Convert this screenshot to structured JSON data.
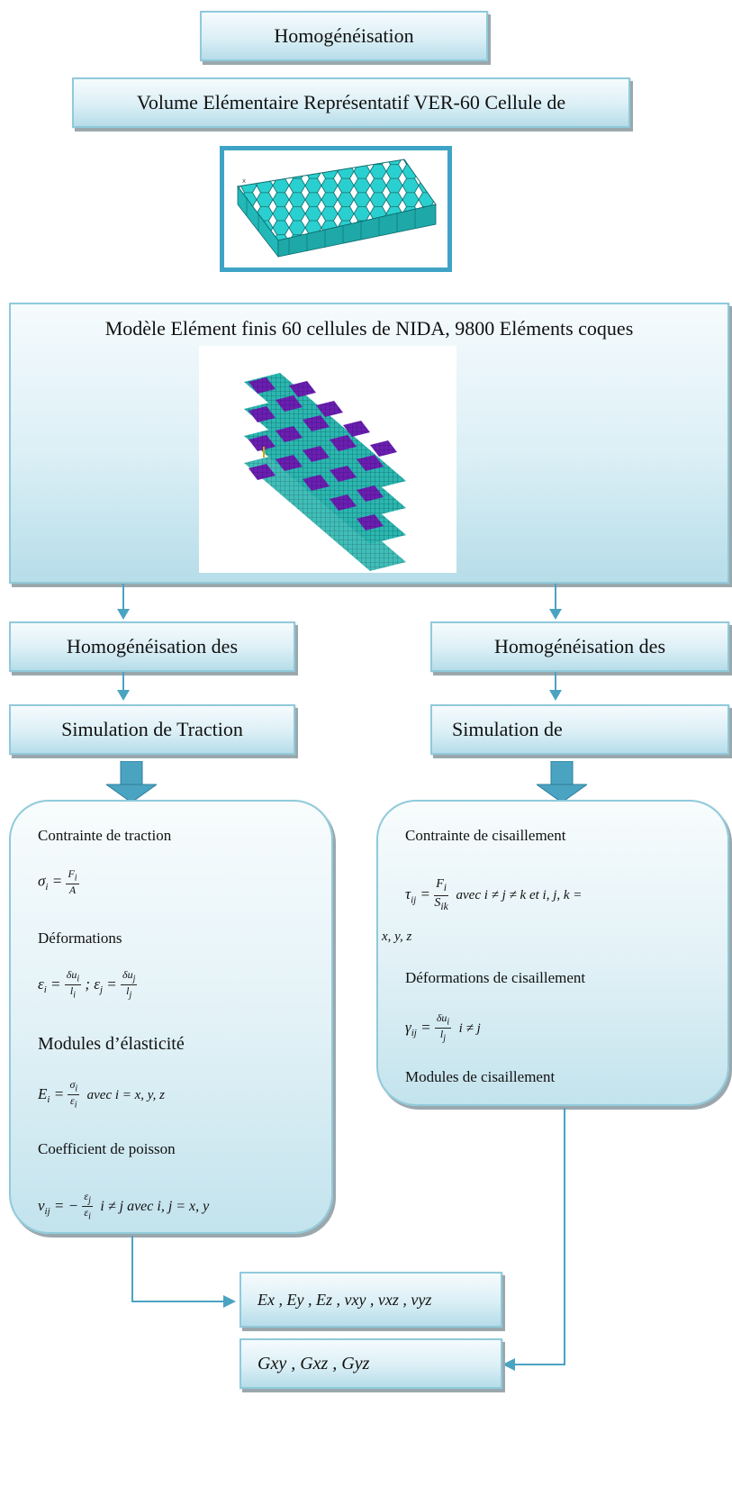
{
  "title_box": "Homogénéisation",
  "ver_box": "Volume Elémentaire Représentatif  VER-60 Cellule de",
  "model_box": "Modèle Elément finis 60 cellules de NIDA, 9800 Eléments coques",
  "left_branch": {
    "homog": "Homogénéisation des",
    "simulation": "Simulation de Traction",
    "panel": {
      "contrainte_label": "Contrainte de traction",
      "deformations_label": "Déformations",
      "modules_label": "Modules d’élasticité",
      "modules_cond": "avec i = x, y, z",
      "poisson_label": "Coefficient de poisson",
      "poisson_cond": "i ≠ j  avec i, j = x, y"
    },
    "result": "Ex , Ey , Ez , νxy , νxz , νyz"
  },
  "right_branch": {
    "homog": "Homogénéisation des",
    "simulation": "Simulation de",
    "panel": {
      "contrainte_label": "Contrainte de cisaillement",
      "contrainte_cond": "avec i ≠ j ≠ k et i, j, k =",
      "contrainte_cond2": "x, y, z",
      "deformations_label": "Déformations de cisaillement",
      "deformations_cond": "i ≠ j",
      "modules_label": "Modules de cisaillement"
    },
    "result": "Gxy , Gxz , Gyz"
  },
  "colors": {
    "box_border": "#8fcadb",
    "arrow": "#4aa3c1",
    "hex_cell": "#2ad0cf",
    "mesh_purple": "#6a1fb0"
  }
}
